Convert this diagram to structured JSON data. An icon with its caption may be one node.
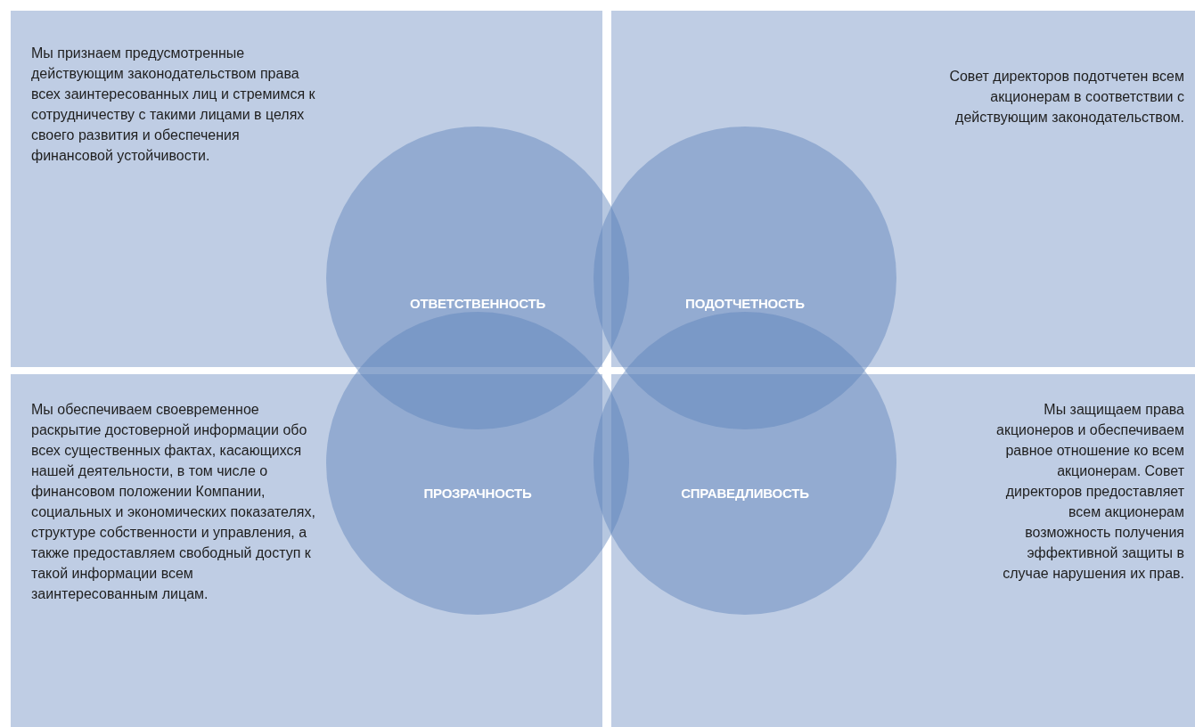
{
  "diagram": {
    "nodes": [
      {
        "text": [
          "Мы признаем предусмотренные действующим законодательством права всех заинтересованных лиц и стремимся к сотрудничеству с такими лицами в целях своего развития и обеспечения финансовой устойчивости."
        ]
      },
      {
        "text": [
          "Совет директоров подотчетен всем акционерам в соответствии с действующим законодательством."
        ]
      },
      {
        "text": [
          "ОТВЕТСТВЕННОСТЬ"
        ]
      },
      {
        "text": [
          "ПОДОТЧЕТНОСТЬ"
        ]
      },
      {
        "text": [
          "ПРОЗРАЧНОСТЬ"
        ]
      },
      {
        "text": [
          "СПРАВЕДЛИВОСТЬ"
        ]
      },
      {
        "text": [
          "Мы обеспечиваем своевременное раскрытие достоверной информации обо всех существенных фактах, касающихся нашей деятельности, в том числе о финансовом положении Компании, социальных и экономических показателях, структуре собственности и управления, а также предоставляем свободный доступ к такой информации всем заинтересованным лицам."
        ]
      },
      {
        "text": [
          "Мы защищаем права акционеров и обеспечиваем равное отношение ко всем акционерам. Совет директоров предоставляет всем акционерам возможность получения эффективной защиты в случае нарушения их прав."
        ]
      }
    ]
  }
}
